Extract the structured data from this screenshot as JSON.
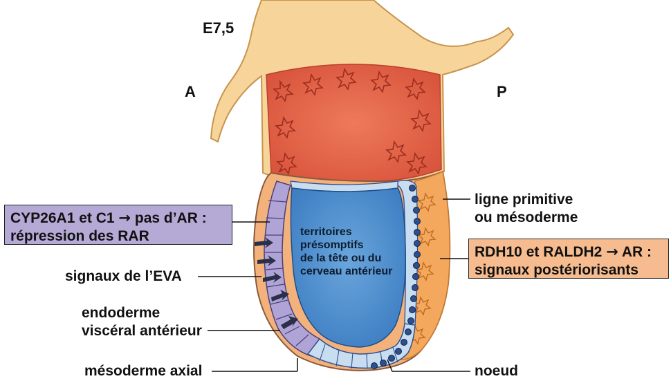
{
  "stage": "E7,5",
  "axis": {
    "anterior": "A",
    "posterior": "P"
  },
  "labels": {
    "ligne_primitive": [
      "ligne primitive",
      "ou mésoderme"
    ],
    "territoires": [
      "territoires",
      "présomptifs",
      "de la tête ou du",
      "cerveau antérieur"
    ],
    "signaux_eva": "signaux de l’EVA",
    "endoderme": [
      "endoderme",
      "viscéral antérieur"
    ],
    "mesoderme_axial": "mésoderme axial",
    "noeud": "noeud"
  },
  "box_left": {
    "line1_a": "CYP26A1 et C1",
    "arrow": "→",
    "line1_b": "pas d’AR :",
    "line2": "répression des RAR"
  },
  "box_right": {
    "line1_a": "RDH10 et RALDH2",
    "arrow": "→",
    "line1_b": "AR :",
    "line2": "signaux postériorisants"
  },
  "colors": {
    "extraembryonic": "#f7d49a",
    "ectoplacental": "#e2664a",
    "epiblast": "#4f8fd0",
    "visceral_endoderm": "#b0a4d6",
    "primitive_streak": "#f4a85e",
    "endoderm_cells": "#c8ddf0",
    "node_cells": "#2e4f8f"
  }
}
